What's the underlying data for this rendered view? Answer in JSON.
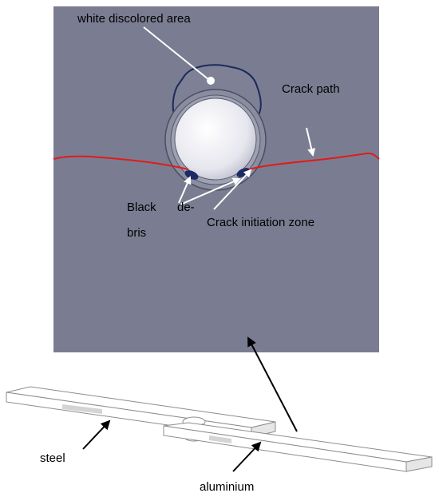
{
  "labels": {
    "white_area": "white discolored area",
    "crack_path": "Crack path",
    "black_debris_line1": "Black",
    "black_debris_hyphen": "de-",
    "black_debris_line2": "bris",
    "crack_initiation": "Crack initiation zone",
    "steel": "steel",
    "aluminium": "aluminium"
  },
  "colors": {
    "plate": "#7a7d91",
    "crack": "#e01b1b",
    "annotation_light": "#ffffff",
    "annotation_dark": "#000000",
    "discolored_outline": "#1b2a5a",
    "debris": "#1e2a66"
  }
}
